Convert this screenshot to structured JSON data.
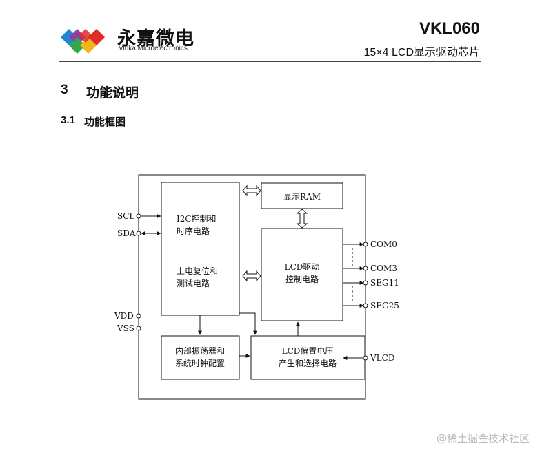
{
  "header": {
    "company_cn": "永嘉微电",
    "company_en": "Vinka Microelectronics",
    "product": "VKL060",
    "subtitle": "15×4 LCD显示驱动芯片",
    "logo_colors": [
      "#e02b28",
      "#8e3fa6",
      "#1f86d0",
      "#f3b51b",
      "#30a74a"
    ]
  },
  "section": {
    "number": "3",
    "title": "功能说明"
  },
  "subsection": {
    "number": "3.1",
    "title": "功能框图"
  },
  "diagram": {
    "blocks": {
      "i2c_line1": "I2C控制和",
      "i2c_line2": "时序电路",
      "por_line1": "上电复位和",
      "por_line2": "测试电路",
      "ram": "显示RAM",
      "lcd_driver_line1": "LCD驱动",
      "lcd_driver_line2": "控制电路",
      "osc_line1": "内部振荡器和",
      "osc_line2": "系统时钟配置",
      "bias_line1": "LCD偏置电压",
      "bias_line2": "产生和选择电路"
    },
    "pins": {
      "scl": "SCL",
      "sda": "SDA",
      "vdd": "VDD",
      "vss": "VSS",
      "com0": "COM0",
      "com3": "COM3",
      "seg11": "SEG11",
      "seg25": "SEG25",
      "vlcd": "VLCD"
    }
  },
  "watermark": "@稀土掘金技术社区"
}
